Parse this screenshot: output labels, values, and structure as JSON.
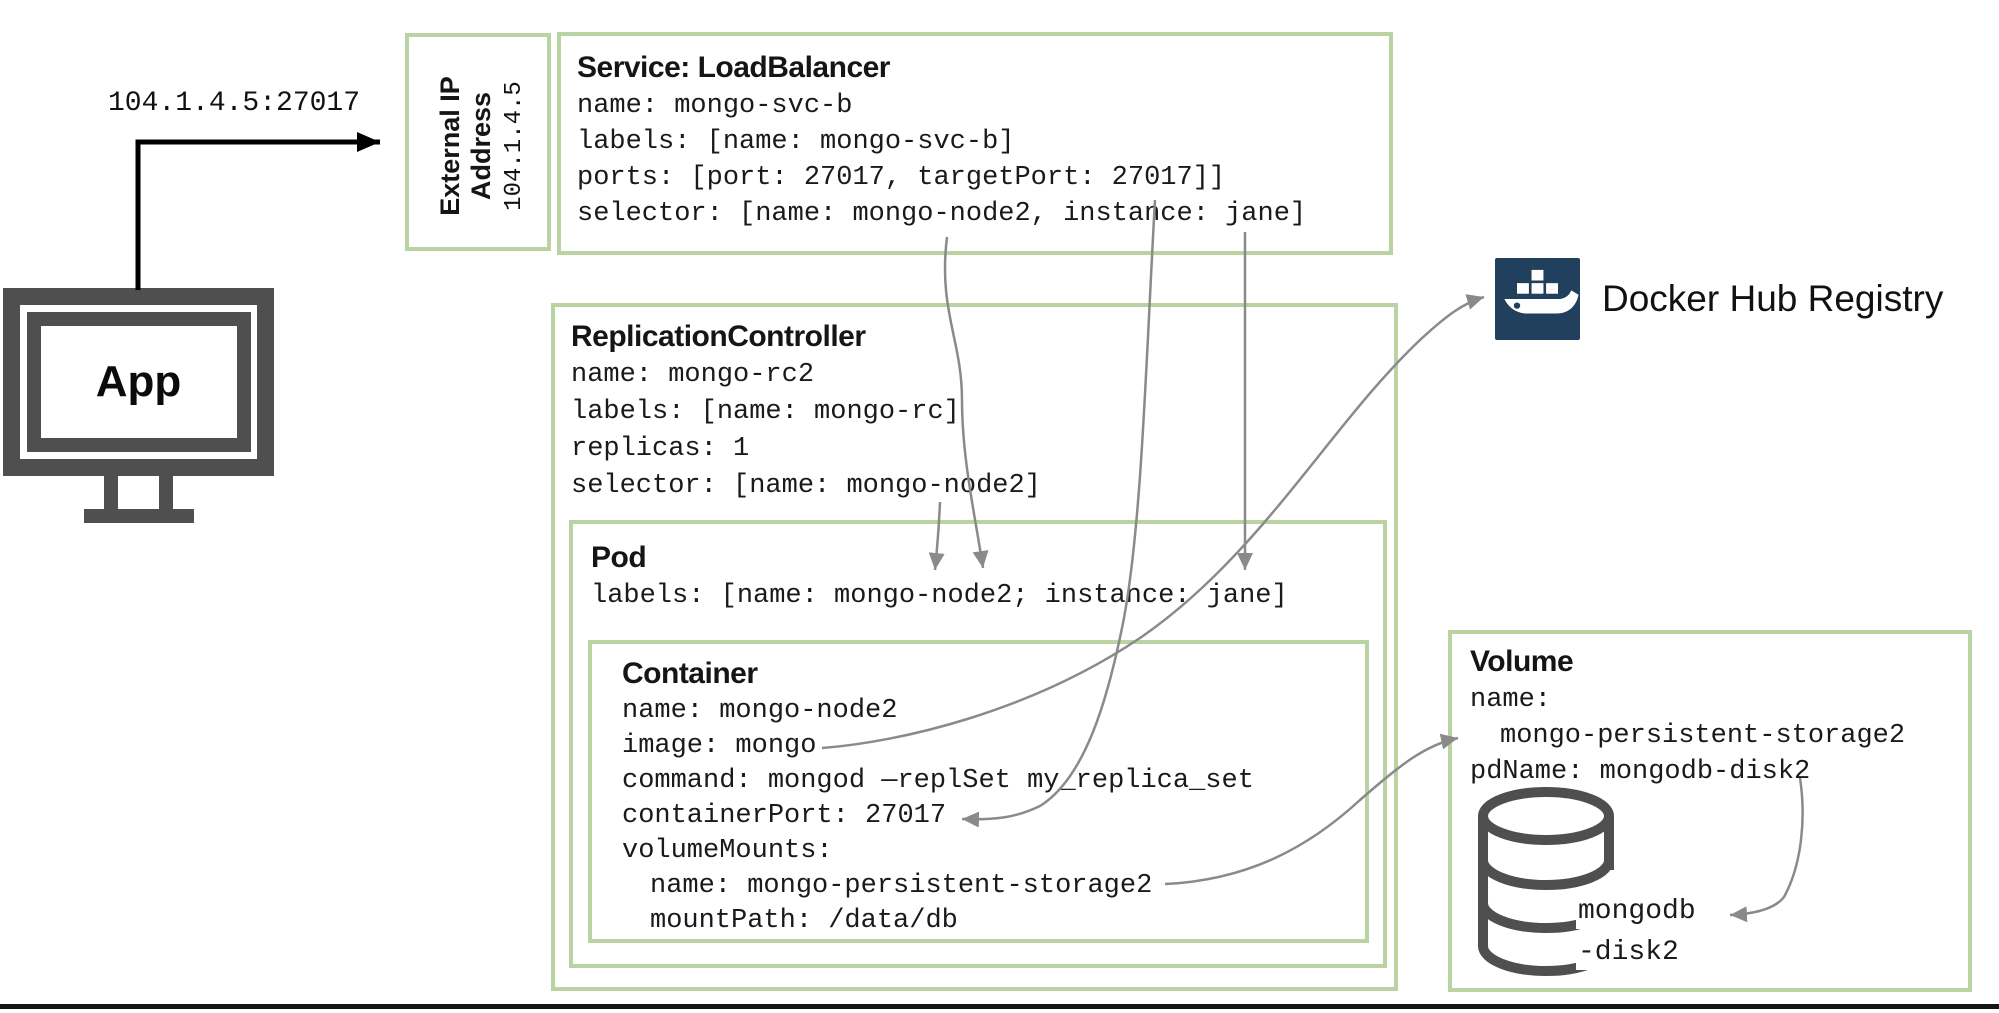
{
  "colors": {
    "box_border_green": "#b9d3a2",
    "docker_navy": "#21405d",
    "monitor_gray": "#4f4f4f",
    "connector_gray": "#8a8a8a",
    "text_black": "#111111"
  },
  "app": {
    "label": "App"
  },
  "app_arrow": {
    "label": "104.1.4.5:27017"
  },
  "external_ip_box": {
    "title_line1": "External IP",
    "title_line2": "Address",
    "ip": "104.1.4.5"
  },
  "service": {
    "title": "Service: LoadBalancer",
    "lines": [
      "name: mongo-svc-b",
      "labels: [name: mongo-svc-b]",
      "ports: [port: 27017, targetPort: 27017]]",
      "selector: [name: mongo-node2, instance: jane]"
    ]
  },
  "replication_controller": {
    "title": "ReplicationController",
    "lines": [
      "name: mongo-rc2",
      "labels: [name: mongo-rc]",
      "replicas: 1",
      "selector: [name: mongo-node2]"
    ]
  },
  "pod": {
    "title": "Pod",
    "labels_line": "labels: [name: mongo-node2; instance: jane]"
  },
  "container": {
    "title": "Container",
    "lines": [
      "name: mongo-node2",
      "image: mongo",
      "command: mongod —replSet my_replica_set",
      "containerPort: 27017",
      "volumeMounts:",
      "name: mongo-persistent-storage2",
      "mountPath: /data/db"
    ]
  },
  "volume": {
    "title": "Volume",
    "name_key": "name:",
    "name_value": "mongo-persistent-storage2",
    "pdname_line": "pdName: mongodb-disk2",
    "disk_label_line1": "mongodb",
    "disk_label_line2": "-disk2"
  },
  "docker": {
    "label": "Docker Hub Registry"
  }
}
